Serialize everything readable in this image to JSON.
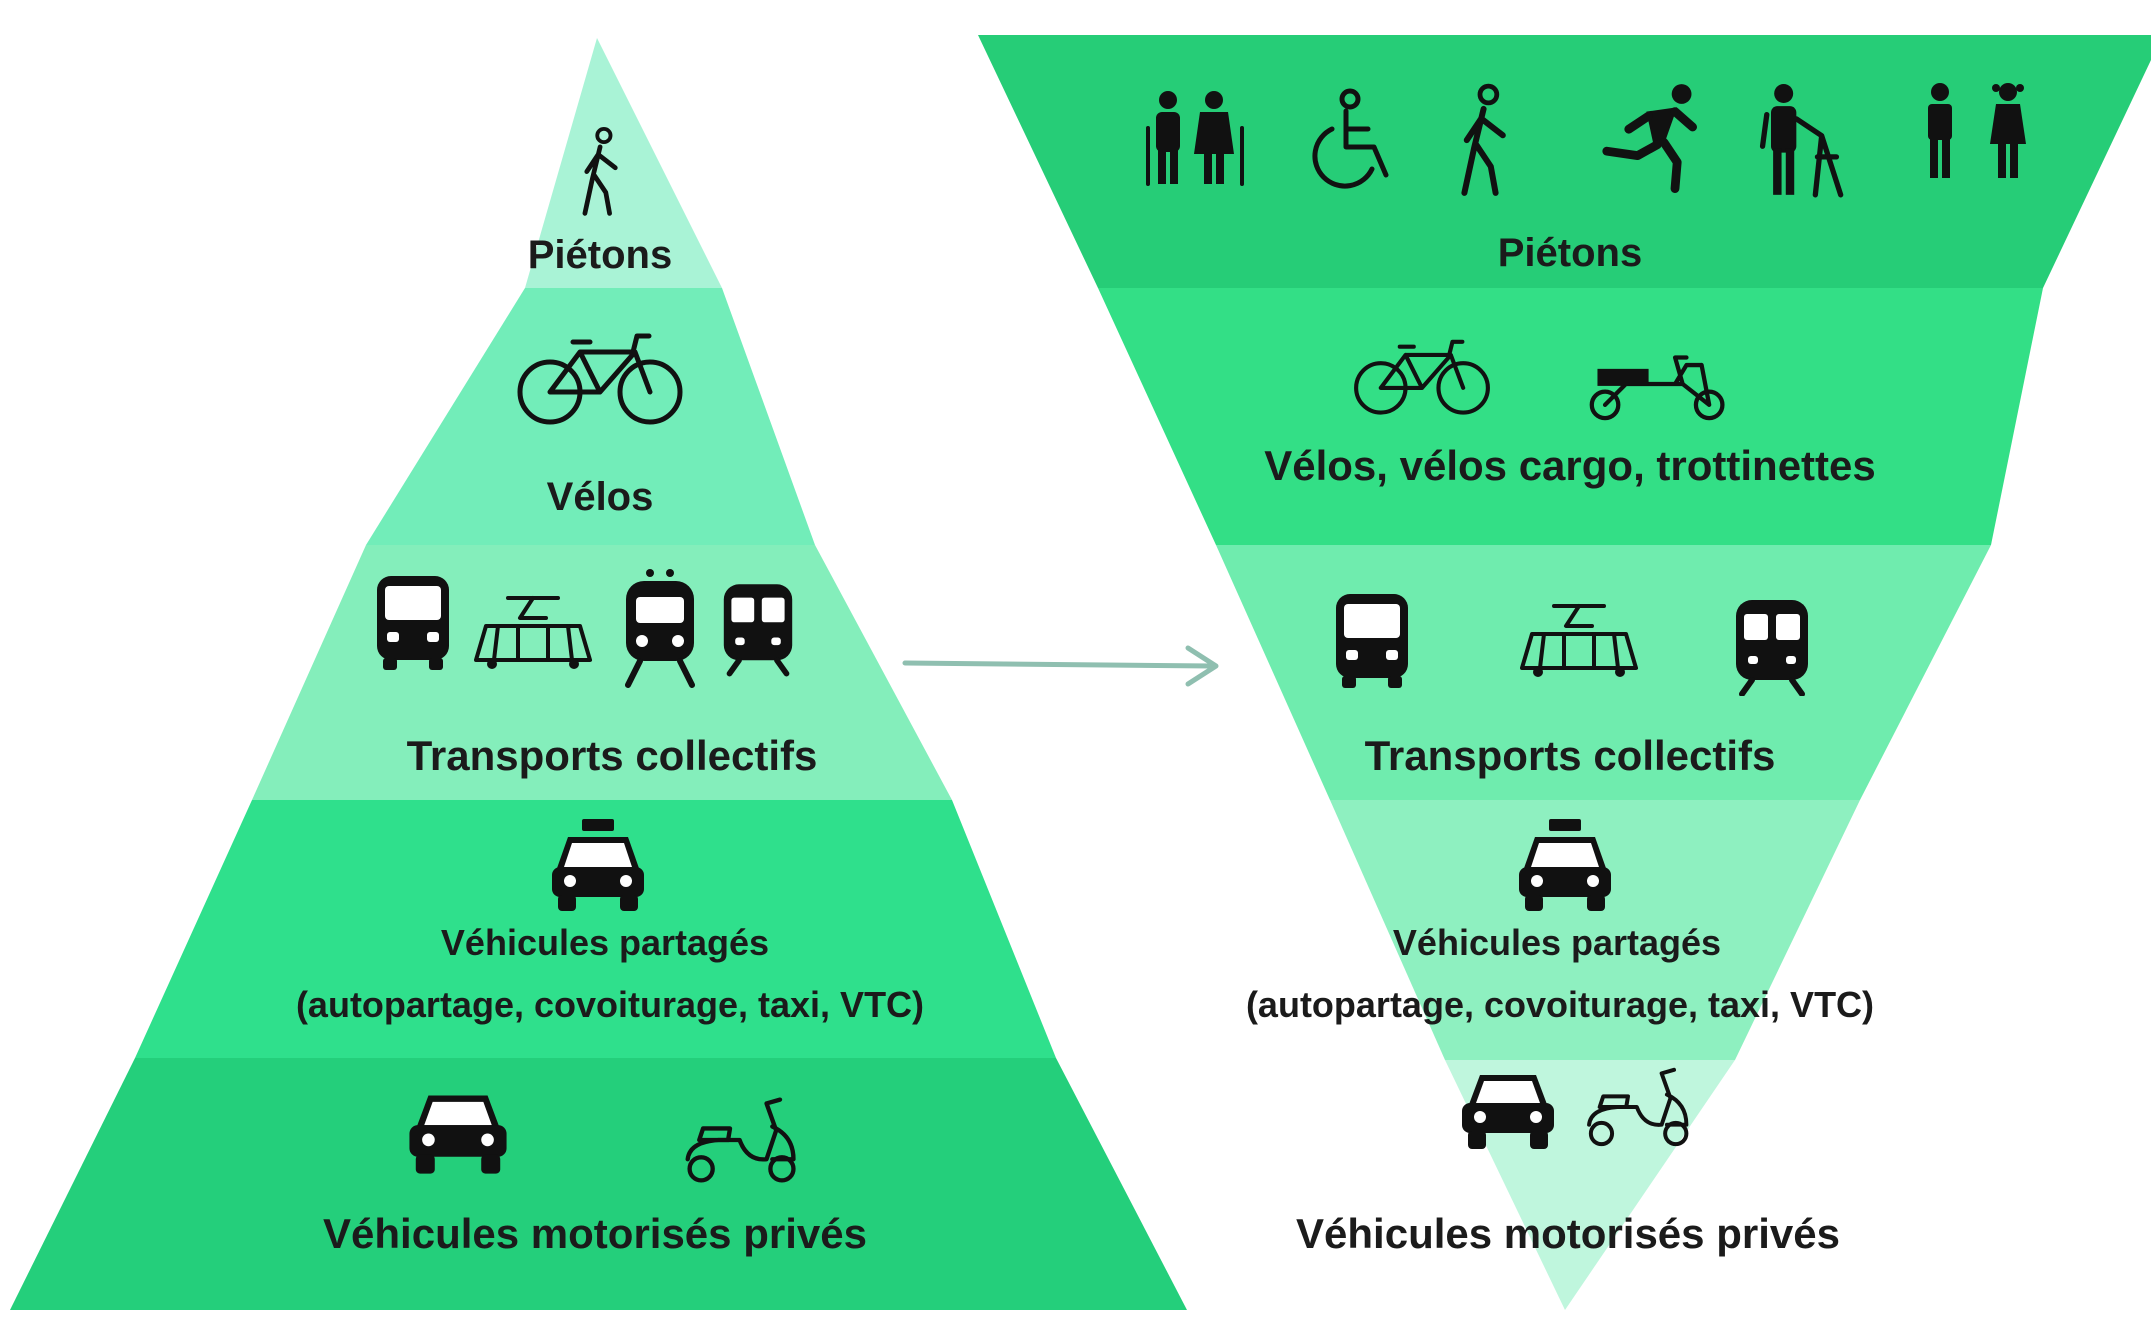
{
  "colors": {
    "band_lightest": "#a9f3d6",
    "band_light": "#72edb9",
    "band_mid": "#84eebb",
    "band_strong": "#2fe08c",
    "band_dark": "#24cf7b",
    "inv_top": "#26cd77",
    "inv_second": "#33df86",
    "inv_third": "#6fecae",
    "inv_fourth": "#8ef0c0",
    "inv_tip": "#bff6dd",
    "arrow": "#8fbfb0",
    "text": "#1b1b1b",
    "icon": "#111111"
  },
  "pyramid": {
    "levels": [
      {
        "label": "Piétons",
        "icons": [
          "walking-person-icon"
        ]
      },
      {
        "label": "Vélos",
        "icons": [
          "bicycle-icon"
        ]
      },
      {
        "label": "Transports collectifs",
        "icons": [
          "bus-icon",
          "tram-icon",
          "train-icon",
          "metro-icon"
        ]
      },
      {
        "label": "Véhicules  partagés",
        "sublabel": "(autopartage, covoiturage, taxi, VTC)",
        "icons": [
          "taxi-icon"
        ]
      },
      {
        "label": "Véhicules motorisés privés",
        "icons": [
          "car-icon",
          "scooter-icon"
        ]
      }
    ]
  },
  "inverted_pyramid": {
    "levels": [
      {
        "label": "Piétons",
        "icons": [
          "elderly-couple-icon",
          "wheelchair-icon",
          "walking-person-icon",
          "running-person-icon",
          "person-with-walker-icon",
          "children-icon"
        ]
      },
      {
        "label": "Vélos, vélos cargo, trottinettes",
        "icons": [
          "bicycle-icon",
          "cargo-bike-icon"
        ]
      },
      {
        "label": "Transports collectifs",
        "icons": [
          "bus-icon",
          "tram-icon",
          "metro-icon"
        ]
      },
      {
        "label": "Véhicules  partagés",
        "sublabel": "(autopartage, covoiturage, taxi, VTC)",
        "icons": [
          "taxi-icon"
        ]
      },
      {
        "label": "Véhicules motorisés privés",
        "icons": [
          "car-icon",
          "scooter-icon"
        ]
      }
    ]
  },
  "arrow": {
    "icon": "arrow-right-icon"
  }
}
